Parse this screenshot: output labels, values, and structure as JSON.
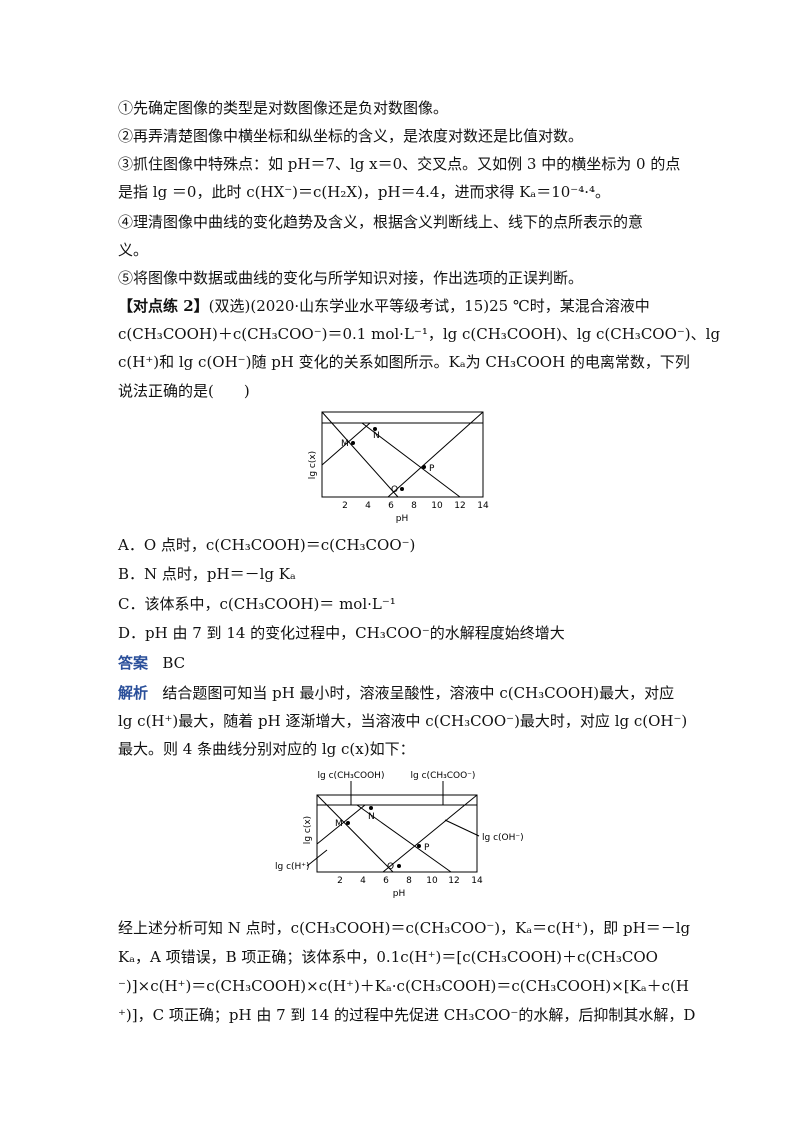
{
  "tips": [
    "①先确定图像的类型是对数图像还是负对数图像。",
    "②再弄清楚图像中横坐标和纵坐标的含义，是浓度对数还是比值对数。",
    "③抓住图像中特殊点：如 pH＝7、lg x＝0、交叉点。又如例 3 中的横坐标为 0 的点",
    "是指 lg ＝0，此时 c(HX⁻)＝c(H₂X)，pH＝4.4，进而求得 Kₐ＝10⁻⁴·⁴。",
    "④理清图像中曲线的变化趋势及含义，根据含义判断线上、线下的点所表示的意",
    "义。",
    "⑤将图像中数据或曲线的变化与所学知识对接，作出选项的正误判断。"
  ],
  "exercise": {
    "tag": "【对点练 2】",
    "lines": [
      "(双选)(2020·山东学业水平等级考试，15)25 ℃时，某混合溶液中",
      "c(CH₃COOH)＋c(CH₃COO⁻)＝0.1 mol·L⁻¹，lg c(CH₃COOH)、lg c(CH₃COO⁻)、lg",
      "c(H⁺)和 lg c(OH⁻)随 pH 变化的关系如图所示。Kₐ为 CH₃COOH 的电离常数，下列",
      "说法正确的是(　　)"
    ]
  },
  "chart1": {
    "ylabel": "lg c(x)",
    "xlabel": "pH",
    "ticks": [
      "2",
      "4",
      "6",
      "8",
      "10",
      "12",
      "14"
    ],
    "points": [
      "M",
      "N",
      "O",
      "P"
    ]
  },
  "options": [
    "A．O 点时，c(CH₃COOH)＝c(CH₃COO⁻)",
    "B．N 点时，pH＝－lg Kₐ",
    "C．该体系中，c(CH₃COOH)＝  mol·L⁻¹",
    "D．pH 由 7 到 14 的变化过程中，CH₃COO⁻的水解程度始终增大"
  ],
  "answer": {
    "label": "答案",
    "value": "BC"
  },
  "analysis": {
    "label": "解析",
    "first": "结合题图可知当 pH 最小时，溶液呈酸性，溶液中 c(CH₃COOH)最大，对应",
    "lines": [
      "lg c(H⁺)最大，随着 pH 逐渐增大，当溶液中 c(CH₃COO⁻)最大时，对应 lg c(OH⁻)",
      "最大。则 4 条曲线分别对应的 lg c(x)如下："
    ]
  },
  "chart2": {
    "ylabel": "lg c(x)",
    "xlabel": "pH",
    "ticks": [
      "2",
      "4",
      "6",
      "8",
      "10",
      "12",
      "14"
    ],
    "points": [
      "M",
      "N",
      "O",
      "P"
    ],
    "labels": {
      "ch3cooh": "lg c(CH₃COOH)",
      "ch3coo": "lg c(CH₃COO⁻)",
      "oh": "lg c(OH⁻)",
      "h": "lg c(H⁺)"
    }
  },
  "conclusion": [
    "经上述分析可知 N 点时，c(CH₃COOH)＝c(CH₃COO⁻)，Kₐ＝c(H⁺)，即 pH＝－lg",
    "Kₐ，A 项错误，B 项正确；该体系中，0.1c(H⁺)＝[c(CH₃COOH)＋c(CH₃COO",
    "⁻)]×c(H⁺)＝c(CH₃COOH)×c(H⁺)＋Kₐ·c(CH₃COOH)＝c(CH₃COOH)×[Kₐ＋c(H",
    "⁺)]，C 项正确；pH 由 7 到 14 的过程中先促进 CH₃COO⁻的水解，后抑制其水解，D"
  ]
}
